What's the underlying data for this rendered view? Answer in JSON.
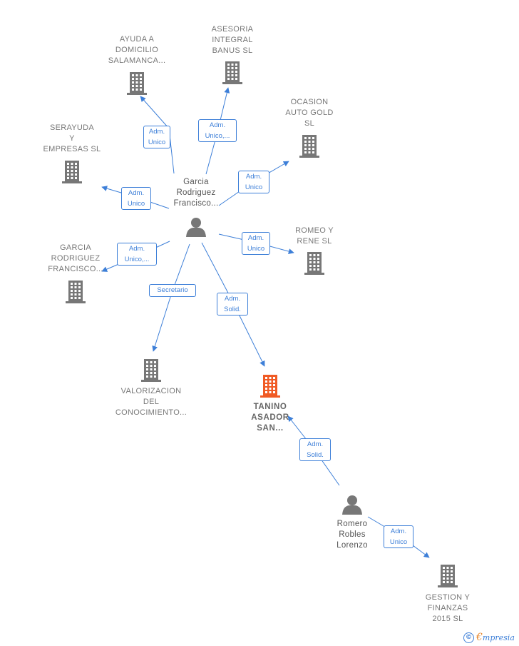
{
  "colors": {
    "edge": "#3d7fd8",
    "building": "#777777",
    "focus_building": "#f05a24",
    "person": "#777777"
  },
  "nodes": [
    {
      "id": "garcia_person",
      "type": "person-icon",
      "label": "Garcia\nRodriguez\nFrancisco..."
    },
    {
      "id": "ayuda",
      "type": "building-icon",
      "label": "AYUDA A\nDOMICILIO\nSALAMANCA..."
    },
    {
      "id": "asesoria",
      "type": "building-icon",
      "label": "ASESORIA\nINTEGRAL\nBANUS SL"
    },
    {
      "id": "ocasion",
      "type": "building-icon",
      "label": "OCASION\nAUTO GOLD\nSL"
    },
    {
      "id": "serayuda",
      "type": "building-icon",
      "label": "SERAYUDA\nY\nEMPRESAS SL"
    },
    {
      "id": "romeo",
      "type": "building-icon",
      "label": "ROMEO Y\nRENE SL"
    },
    {
      "id": "garcia_company",
      "type": "building-icon",
      "label": "GARCIA\nRODRIGUEZ\nFRANCISCO..."
    },
    {
      "id": "valorizacion",
      "type": "building-icon",
      "label": "VALORIZACION\nDEL\nCONOCIMIENTO..."
    },
    {
      "id": "tanino",
      "type": "focus-building-icon",
      "label": "TANINO\nASADOR\nSAN..."
    },
    {
      "id": "romero",
      "type": "person-icon",
      "label": "Romero\nRobles\nLorenzo"
    },
    {
      "id": "gestion",
      "type": "building-icon",
      "label": "GESTION Y\nFINANZAS\n2015 SL"
    }
  ],
  "edges": [
    {
      "from": "garcia_person",
      "to": "ayuda",
      "label": "Adm.\nUnico"
    },
    {
      "from": "garcia_person",
      "to": "asesoria",
      "label": "Adm.\nUnico,..."
    },
    {
      "from": "garcia_person",
      "to": "ocasion",
      "label": "Adm.\nUnico"
    },
    {
      "from": "garcia_person",
      "to": "serayuda",
      "label": "Adm.\nUnico"
    },
    {
      "from": "garcia_person",
      "to": "romeo",
      "label": "Adm.\nUnico"
    },
    {
      "from": "garcia_person",
      "to": "garcia_company",
      "label": "Adm.\nUnico,..."
    },
    {
      "from": "garcia_person",
      "to": "valorizacion",
      "label": "Secretario"
    },
    {
      "from": "garcia_person",
      "to": "tanino",
      "label": "Adm.\nSolid."
    },
    {
      "from": "romero",
      "to": "tanino",
      "label": "Adm.\nSolid."
    },
    {
      "from": "romero",
      "to": "gestion",
      "label": "Adm.\nUnico"
    }
  ],
  "footer": {
    "copyright_symbol": "©",
    "brand_first": "€",
    "brand_rest": "mpresia"
  }
}
